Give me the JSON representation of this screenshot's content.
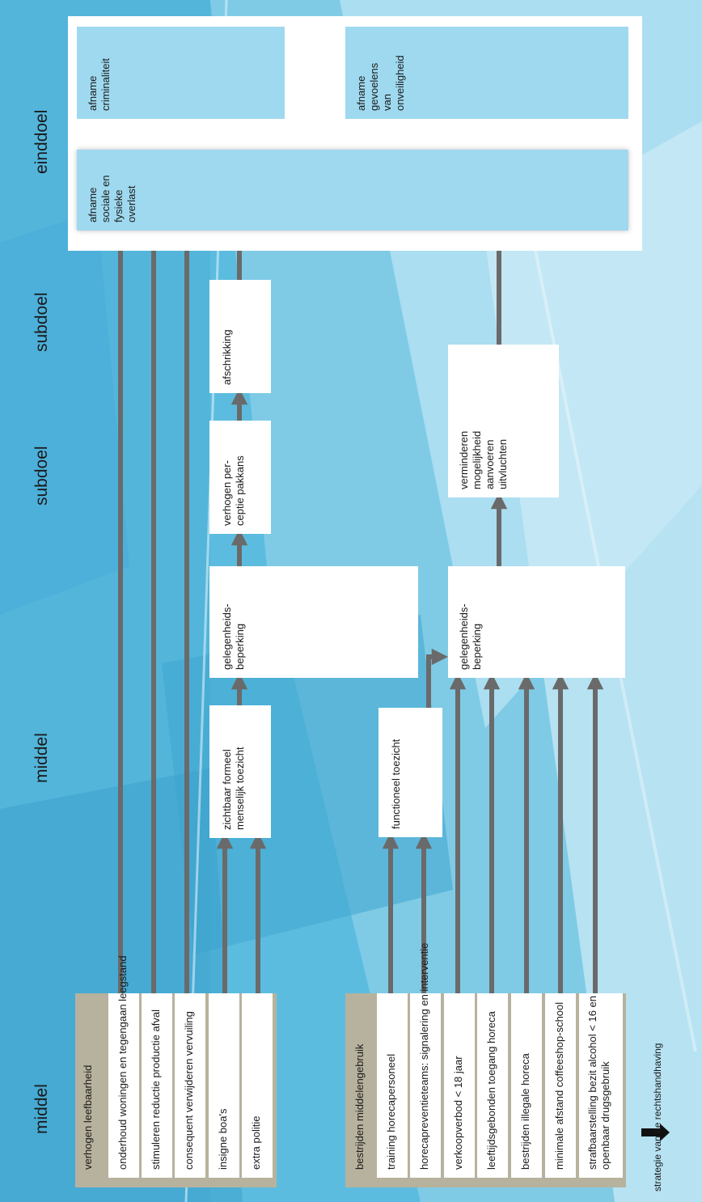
{
  "columns": {
    "col1": "middel",
    "col2": "middel",
    "col3": "subdoel",
    "col4": "subdoel",
    "col5": "einddoel"
  },
  "groups": {
    "leefbaarheid": {
      "title": "verhogen leefbaarheid",
      "items": [
        "onderhoud woningen en tegengaan leegstand",
        "stimuleren reductie productie afval",
        "consequent verwijderen vervuiling",
        "insigne boa's",
        "extra politie"
      ]
    },
    "middelengebruik": {
      "title": "bestrijden middelengebruik",
      "items": [
        "training horecapersoneel",
        "horecapreventieteams: signalering en interventie",
        "verkoopverbod < 18 jaar",
        "leeftijdsgebonden toegang horeca",
        "bestrijden illegale horeca",
        "minimale afstand coffeeshop-school",
        [
          "strafbaarstelling bezit alcohol < 16 en",
          "openbaar drugsgebruik"
        ]
      ]
    }
  },
  "boxes": {
    "toezicht_formeel": [
      "zichtbaar formeel",
      "menselijk toezicht"
    ],
    "toezicht_functioneel": [
      "functioneel toezicht"
    ],
    "gelegenheid_1": [
      "gelegenheids-",
      "beperking"
    ],
    "gelegenheid_2": [
      "gelegenheids-",
      "beperking"
    ],
    "pakkans": [
      "verhogen per-",
      "ceptie pakkans"
    ],
    "afschrikking": [
      "afschrikking"
    ],
    "uitvluchten": [
      "verminderen",
      "mogelijkheid",
      "aanvoeren",
      "uitvluchten"
    ],
    "overlast": [
      "afname",
      "sociale en",
      "fysieke",
      "overlast"
    ],
    "criminaliteit": [
      "afname",
      "criminaliteit"
    ],
    "onveiligheid": [
      "afname",
      "gevoelens",
      "van",
      "onveiligheid"
    ]
  },
  "legend": {
    "label": "strategie van de rechtshandhaving"
  },
  "colors": {
    "sky": "#a6dcef",
    "box_blue": "#9fd9ef",
    "group_khaki": "#b7b29d",
    "arrow": "#6a6a6a",
    "background": "#5cbcdf"
  }
}
